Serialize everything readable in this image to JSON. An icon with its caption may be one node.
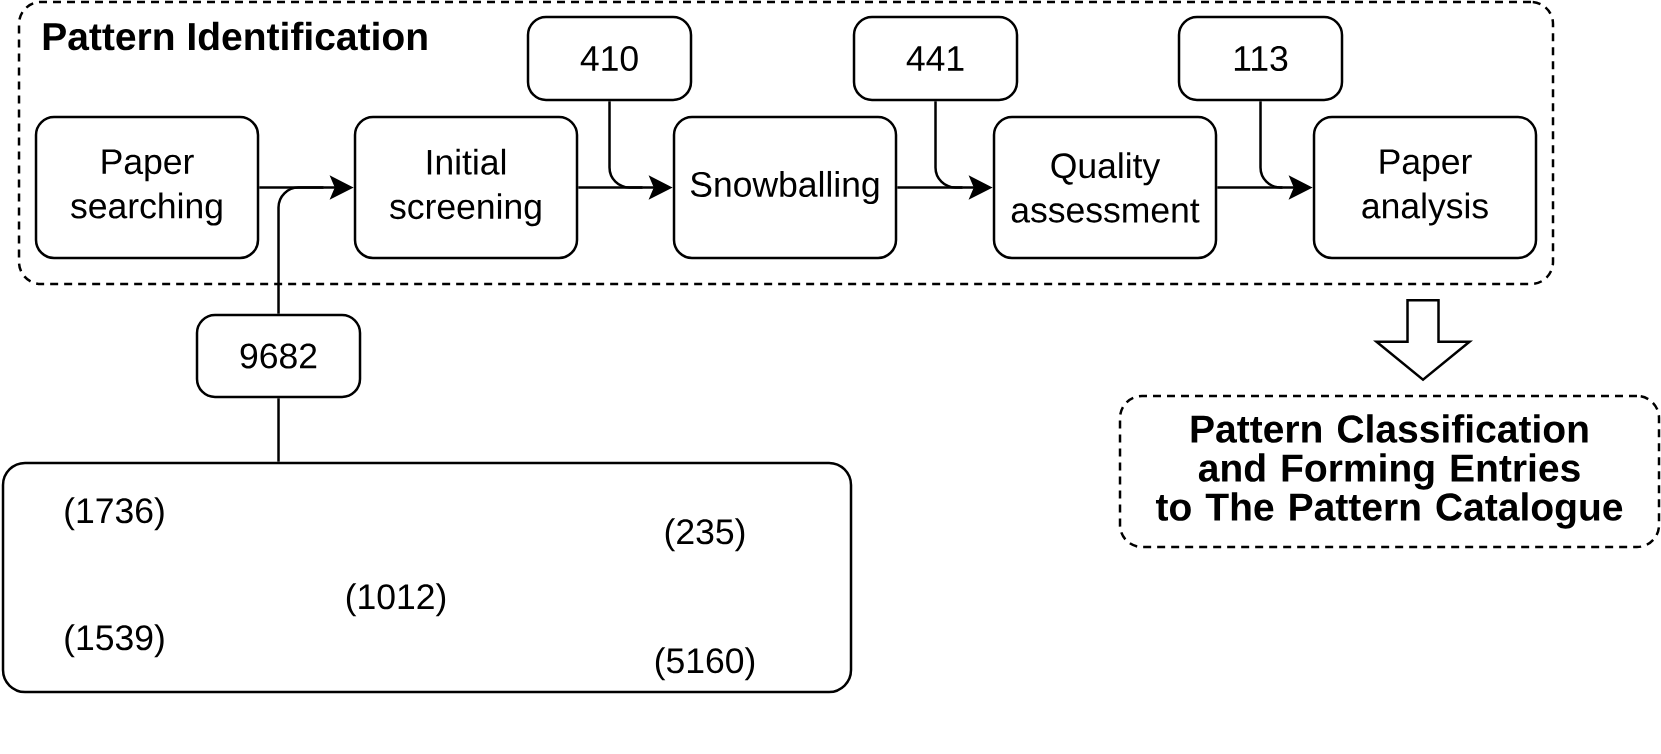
{
  "diagram": {
    "nodes": [
      {
        "text": [
          "Pattern Identification"
        ]
      },
      {
        "text": [
          "Paper searching"
        ],
        "in": 0
      },
      {
        "text": [
          "Initial screening"
        ],
        "in": 0
      },
      {
        "text": [
          "410"
        ],
        "in": 0
      },
      {
        "text": [
          "Snowballing"
        ],
        "in": 0
      },
      {
        "text": [
          "441"
        ],
        "in": 0
      },
      {
        "text": [
          "Quality assessment"
        ],
        "in": 0
      },
      {
        "text": [
          "113"
        ],
        "in": 0
      },
      {
        "text": [
          "Paper analysis"
        ],
        "in": 0
      },
      {
        "text": [
          "9682"
        ]
      },
      {
        "text": [
          "(1736)",
          "(1539)",
          "(1012)",
          "(235)",
          "(5160)"
        ]
      },
      {
        "text": [
          "Pattern Classification and Forming Entries to The Pattern Catalogue"
        ]
      }
    ],
    "edges": [
      {
        "from": 1,
        "to": 2,
        "arrow": "to"
      },
      {
        "from": 9,
        "to": 2,
        "arrow": "to"
      },
      {
        "from": 2,
        "to": 4,
        "arrow": "to"
      },
      {
        "from": 3,
        "to": 4,
        "arrow": "to"
      },
      {
        "from": 4,
        "to": 6,
        "arrow": "to"
      },
      {
        "from": 5,
        "to": 6,
        "arrow": "to"
      },
      {
        "from": 6,
        "to": 8,
        "arrow": "to"
      },
      {
        "from": 7,
        "to": 8,
        "arrow": "to"
      },
      {
        "from": 10,
        "to": 9,
        "arrow": "none"
      },
      {
        "from": 0,
        "to": 11,
        "arrow": "to",
        "style": "thick"
      }
    ]
  }
}
